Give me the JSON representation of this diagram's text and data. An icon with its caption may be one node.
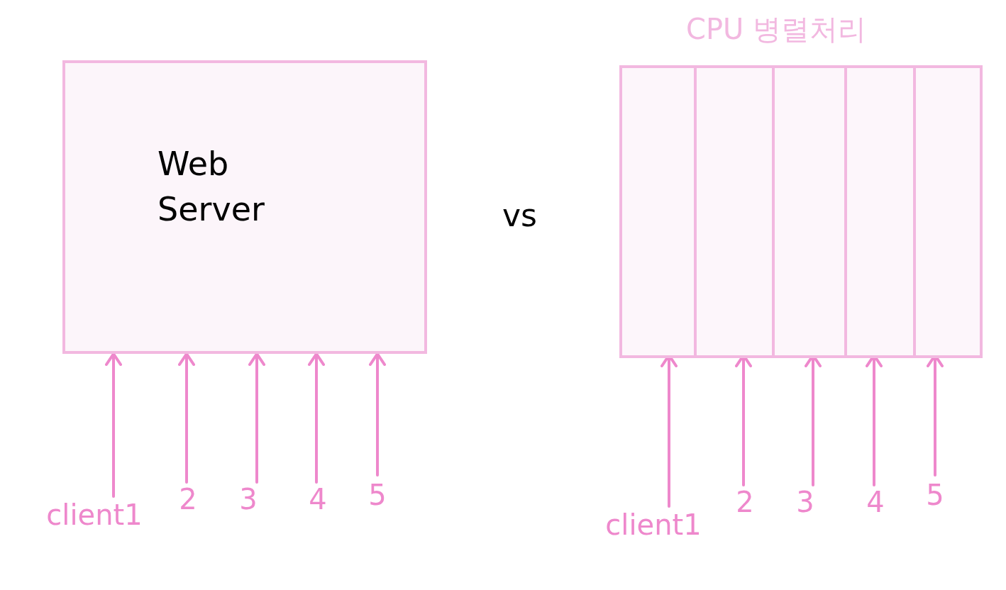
{
  "diagram": {
    "nodes": [
      {
        "text": [
          "Web Server"
        ]
      },
      {
        "text": [
          "client1"
        ]
      },
      {
        "text": [
          "2"
        ]
      },
      {
        "text": [
          "3"
        ]
      },
      {
        "text": [
          "4"
        ]
      },
      {
        "text": [
          "5"
        ]
      },
      {
        "text": [
          "CPU 병렬처리"
        ]
      },
      {
        "text": [],
        "shape": "box",
        "in": 6
      },
      {
        "text": [],
        "shape": "box",
        "in": 6
      },
      {
        "text": [],
        "shape": "box",
        "in": 6
      },
      {
        "text": [],
        "shape": "box",
        "in": 6
      },
      {
        "text": [],
        "shape": "box",
        "in": 6
      },
      {
        "text": [
          "client1"
        ]
      },
      {
        "text": [
          "2"
        ]
      },
      {
        "text": [
          "3"
        ]
      },
      {
        "text": [
          "4"
        ]
      },
      {
        "text": [
          "5"
        ]
      }
    ],
    "edges": [
      {
        "from": 1,
        "to": 0,
        "arrow": "to"
      },
      {
        "from": 2,
        "to": 0,
        "arrow": "to"
      },
      {
        "from": 3,
        "to": 0,
        "arrow": "to"
      },
      {
        "from": 4,
        "to": 0,
        "arrow": "to"
      },
      {
        "from": 5,
        "to": 0,
        "arrow": "to"
      },
      {
        "from": 12,
        "to": 7,
        "arrow": "to"
      },
      {
        "from": 13,
        "to": 8,
        "arrow": "to"
      },
      {
        "from": 14,
        "to": 9,
        "arrow": "to"
      },
      {
        "from": 15,
        "to": 10,
        "arrow": "to"
      },
      {
        "from": 16,
        "to": 11,
        "arrow": "to"
      }
    ],
    "labels": [
      "vs"
    ]
  }
}
